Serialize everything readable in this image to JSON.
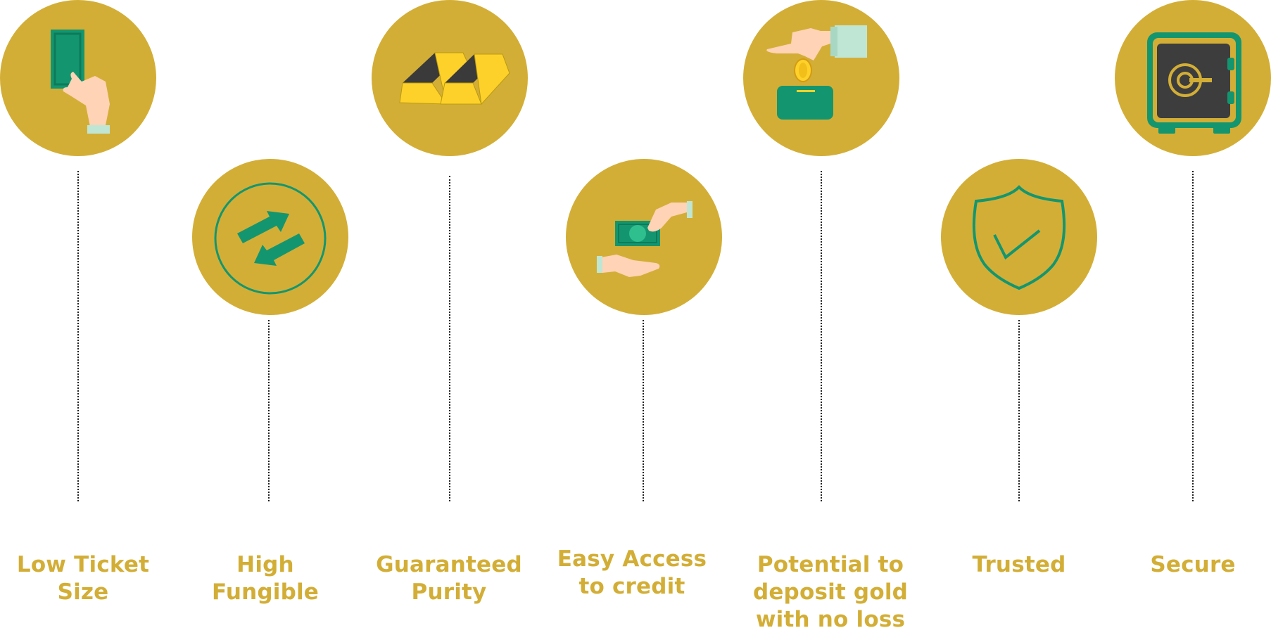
{
  "colors": {
    "gold": "#D3AE36",
    "green": "#13966F",
    "dark_green": "#0E7A59",
    "skin": "#FFD3B5",
    "cuff": "#BFE6D5",
    "gold_bar": "#FDD12A",
    "gold_bar_top": "#3A3A3A",
    "safe_inner": "#3D3D3D"
  },
  "features": [
    {
      "label": "Low Ticket\nSize",
      "icon": "hand-holding-banknote-icon"
    },
    {
      "label": "High\nFungible",
      "icon": "exchange-arrows-icon"
    },
    {
      "label": "Guaranteed\nPurity",
      "icon": "gold-bars-icon"
    },
    {
      "label": "Easy Access\nto credit",
      "icon": "hands-passing-money-icon"
    },
    {
      "label": "Potential to\ndeposit gold\nwith no loss",
      "icon": "coin-deposit-icon"
    },
    {
      "label": "Trusted",
      "icon": "shield-check-icon"
    },
    {
      "label": "Secure",
      "icon": "safe-vault-icon"
    }
  ]
}
